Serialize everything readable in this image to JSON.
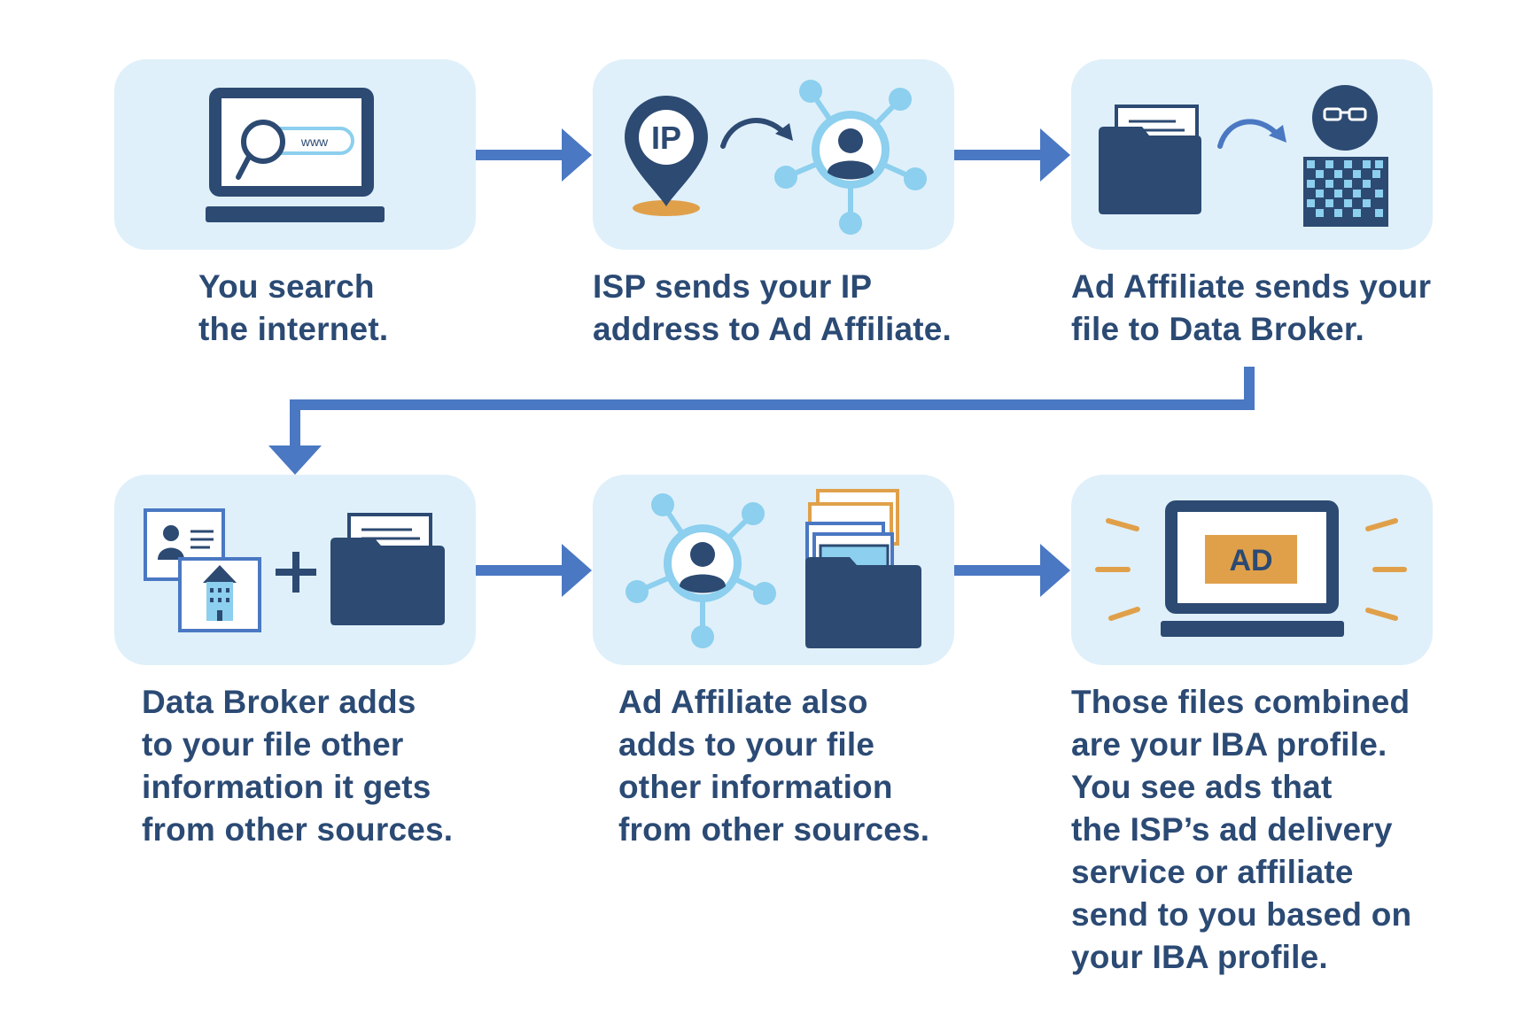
{
  "steps": [
    {
      "caption": "You search\nthe internet.",
      "icons": [
        "laptop-icon",
        "search-icon"
      ],
      "url_text": "www"
    },
    {
      "caption": "ISP sends your IP\naddress to Ad Affiliate.",
      "icons": [
        "location-pin-icon",
        "curved-arrow-icon",
        "network-person-icon"
      ],
      "pin_text": "IP"
    },
    {
      "caption": "Ad Affiliate sends your\nfile to Data Broker.",
      "icons": [
        "folder-icon",
        "curved-arrow-icon",
        "data-broker-icon"
      ]
    },
    {
      "caption": "Data Broker adds\nto your file other\ninformation it gets\nfrom other sources.",
      "icons": [
        "id-card-icon",
        "building-icon",
        "plus-icon",
        "folder-icon"
      ]
    },
    {
      "caption": "Ad Affiliate also\nadds to your file\nother information\nfrom other sources.",
      "icons": [
        "network-person-icon",
        "folder-stack-icon"
      ]
    },
    {
      "caption": "Those files combined\nare your IBA profile.\nYou see ads that\nthe ISP’s ad delivery\nservice or affiliate\nsend to you based on\nyour IBA profile.",
      "icons": [
        "laptop-icon",
        "ad-icon"
      ],
      "ad_text": "AD"
    }
  ],
  "colors": {
    "panel_bg": "#dff0fa",
    "navy": "#2c4a72",
    "arrow_blue": "#4a78c2",
    "light_blue": "#8ccfee",
    "orange": "#e0a04a",
    "text": "#2b4a74"
  }
}
